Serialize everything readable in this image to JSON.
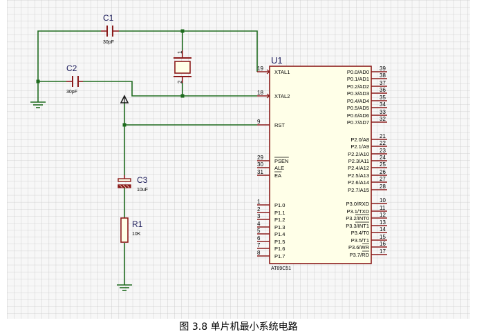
{
  "figure": {
    "caption": "图 3.8 单片机最小系统电路"
  },
  "components": {
    "c1": {
      "ref": "C1",
      "value": "30pF"
    },
    "c2": {
      "ref": "C2",
      "value": "30pF"
    },
    "c3": {
      "ref": "C3",
      "value": "10uF"
    },
    "r1": {
      "ref": "R1",
      "value": "10K"
    },
    "x1": {
      "ref": "",
      "value": ""
    }
  },
  "chip": {
    "ref": "U1",
    "part": "AT89C51",
    "left_pins": [
      {
        "num": "19",
        "label": "XTAL1"
      },
      {
        "num": "18",
        "label": "XTAL2"
      },
      {
        "num": "9",
        "label": "RST"
      },
      {
        "num": "29",
        "label": "PSEN",
        "overline": true
      },
      {
        "num": "30",
        "label": "ALE"
      },
      {
        "num": "31",
        "label": "EA",
        "overline": true
      },
      {
        "num": "1",
        "label": "P1.0"
      },
      {
        "num": "2",
        "label": "P1.1"
      },
      {
        "num": "3",
        "label": "P1.2"
      },
      {
        "num": "4",
        "label": "P1.3"
      },
      {
        "num": "5",
        "label": "P1.4"
      },
      {
        "num": "6",
        "label": "P1.5"
      },
      {
        "num": "7",
        "label": "P1.6"
      },
      {
        "num": "8",
        "label": "P1.7"
      }
    ],
    "right_pins": [
      {
        "num": "39",
        "label": "P0.0/AD0"
      },
      {
        "num": "38",
        "label": "P0.1/AD1"
      },
      {
        "num": "37",
        "label": "P0.2/AD2"
      },
      {
        "num": "36",
        "label": "P0.3/AD3"
      },
      {
        "num": "35",
        "label": "P0.4/AD4"
      },
      {
        "num": "34",
        "label": "P0.5/AD5"
      },
      {
        "num": "33",
        "label": "P0.6/AD6"
      },
      {
        "num": "32",
        "label": "P0.7/AD7"
      },
      {
        "num": "21",
        "label": "P2.0/A8"
      },
      {
        "num": "22",
        "label": "P2.1/A9"
      },
      {
        "num": "23",
        "label": "P2.2/A10"
      },
      {
        "num": "24",
        "label": "P2.3/A11"
      },
      {
        "num": "25",
        "label": "P2.4/A12"
      },
      {
        "num": "26",
        "label": "P2.5/A13"
      },
      {
        "num": "27",
        "label": "P2.6/A14"
      },
      {
        "num": "28",
        "label": "P2.7/A15"
      },
      {
        "num": "10",
        "label": "P3.0/RXD"
      },
      {
        "num": "11",
        "label": "P3.1/TXD"
      },
      {
        "num": "12",
        "label": "P3.2/INT0"
      },
      {
        "num": "13",
        "label": "P3.3/INT1"
      },
      {
        "num": "14",
        "label": "P3.4/T0"
      },
      {
        "num": "15",
        "label": "P3.5/T1"
      },
      {
        "num": "16",
        "label": "P3.6/WR"
      },
      {
        "num": "17",
        "label": "P3.7/RD"
      }
    ]
  },
  "colors": {
    "wire": "#1e6b1e",
    "body_fill": "#ffffe8",
    "body_stroke": "#8b1a1a",
    "pin": "#8b1a1a",
    "grid": "#c7c7c7",
    "background": "#f7f7f7"
  }
}
